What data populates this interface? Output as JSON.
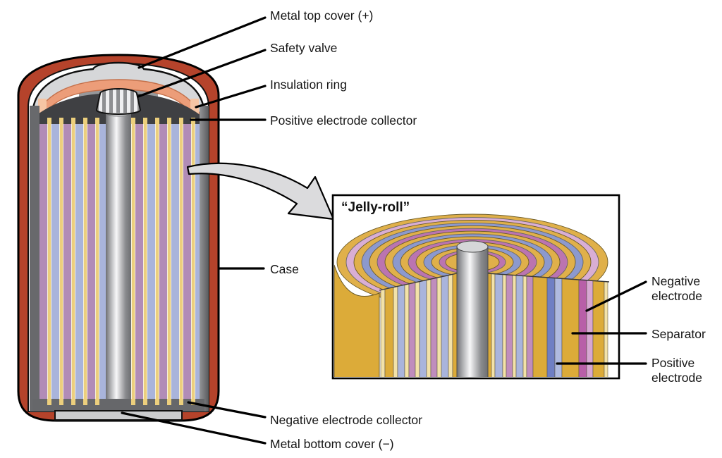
{
  "diagram": {
    "battery": {
      "labels": {
        "metal_top_cover": "Metal top cover (+)",
        "safety_valve": "Safety valve",
        "insulation_ring": "Insulation ring",
        "positive_collector": "Positive electrode collector",
        "case": "Case",
        "negative_collector": "Negative electrode collector",
        "metal_bottom_cover": "Metal bottom cover (−)"
      }
    },
    "jelly_roll": {
      "title": "“Jelly-roll”",
      "labels": {
        "negative_electrode": "Negative electrode",
        "separator": "Separator",
        "positive_electrode": "Positive electrode"
      }
    },
    "colors": {
      "case_red": "#B5432B",
      "collector_gray": "#3F4043",
      "insulation_salmon": "#EC9D79",
      "cover_gray": "#D6D7D9",
      "electrode_negative_purple": "#B18CB7",
      "electrode_positive_blue": "#A9B4DB",
      "separator_yellow": "#ECCF7D",
      "roll_gold": "#DFAF45",
      "roll_negative_magenta": "#B85FA8",
      "roll_positive_blue": "#6F7FC4",
      "pin_silver": "#C9CACC"
    }
  }
}
